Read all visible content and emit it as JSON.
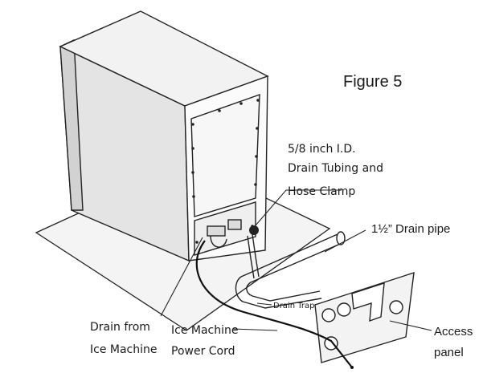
{
  "figure": {
    "title": "Figure 5"
  },
  "labels": {
    "drain_tubing_line1": "5/8 inch I.D.",
    "drain_tubing_line2": "Drain Tubing and",
    "drain_tubing_line3": "Hose Clamp",
    "drain_pipe": "1½” Drain pipe",
    "drain_trap": "Drain Trap",
    "drain_from_line1": "Drain from",
    "drain_from_line2": "Ice Machine",
    "power_cord_line1": "Ice Machine",
    "power_cord_line2": "Power Cord",
    "access_panel_line1": "Access",
    "access_panel_line2": "panel"
  }
}
